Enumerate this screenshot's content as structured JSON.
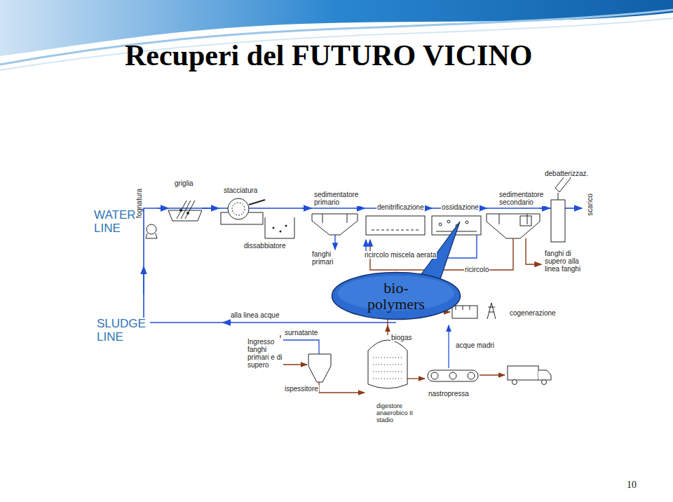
{
  "diagram": {
    "title": "Recuperi del FUTURO VICINO",
    "nodes": [
      {
        "text": [
          "bio- polymers"
        ]
      }
    ],
    "labels": [
      "WATER LINE",
      "SLUDGE LINE",
      "fognatura",
      "griglia",
      "stacciatura",
      "dissabbiatore",
      "sedimentatore primario",
      "denitrificazione",
      "ossidazione",
      "sedimentatore secondario",
      "debatterizzaz.",
      "scarico",
      "fanghi primari",
      "ricircolo miscela aerata",
      "ricircolo",
      "fanghi di supero alla linea fanghi",
      "alla linea acque",
      "surnatante",
      "Ingresso fanghi primari e di supero",
      "ispessitore",
      "biogas",
      "digestore anaerobico II stadio",
      "acque madri",
      "nastropressa",
      "cogenerazione",
      "10"
    ]
  }
}
